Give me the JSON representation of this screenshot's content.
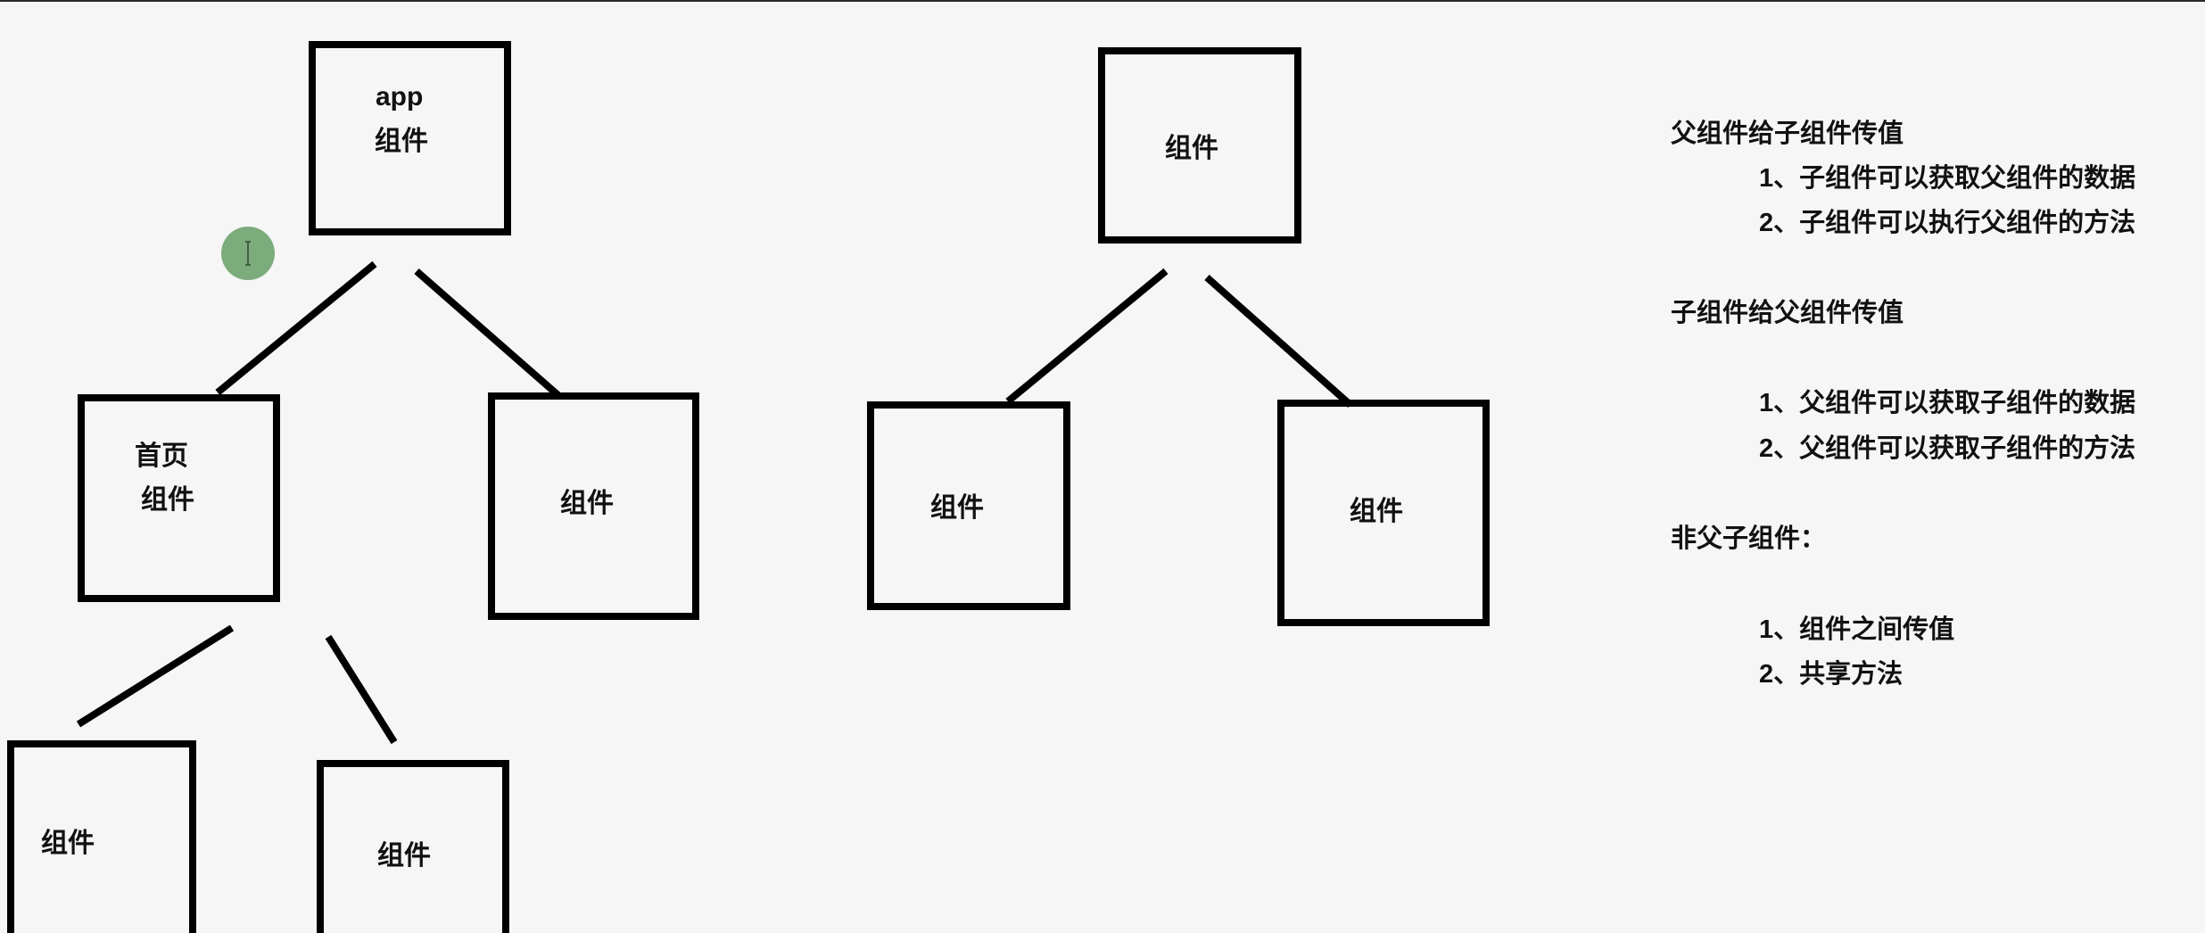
{
  "tree_left": {
    "root": {
      "line1": "app",
      "line2": "组件"
    },
    "home": {
      "line1": "首页",
      "line2": "组件"
    },
    "right_child": "组件",
    "grandchild_left": "组件",
    "grandchild_right": "组件"
  },
  "tree_right": {
    "root": "组件",
    "left_child": "组件",
    "right_child": "组件"
  },
  "notes": {
    "parent_to_child": {
      "heading": "父组件给子组件传值",
      "items": [
        "1、子组件可以获取父组件的数据",
        "2、子组件可以执行父组件的方法"
      ]
    },
    "child_to_parent": {
      "heading": "子组件给父组件传值",
      "items": [
        "1、父组件可以获取子组件的数据",
        "2、父组件可以获取子组件的方法"
      ]
    },
    "non_parent_child": {
      "heading": "非父子组件：",
      "items": [
        "1、组件之间传值",
        "2、共享方法"
      ]
    }
  },
  "colors": {
    "background": "#f6f6f6",
    "stroke": "#000000",
    "cursor": "#6fa36f"
  },
  "icons": {
    "cursor": "text-cursor-icon"
  }
}
